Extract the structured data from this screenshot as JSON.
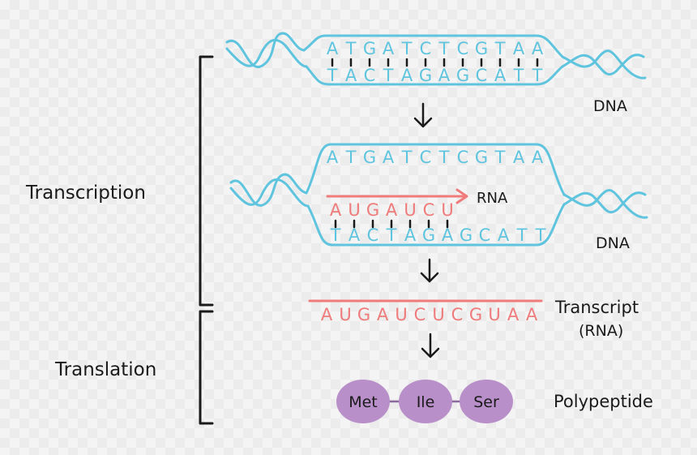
{
  "stages": {
    "transcription": "Transcription",
    "translation": "Translation"
  },
  "step1": {
    "top_strand": [
      "A",
      "T",
      "G",
      "A",
      "T",
      "C",
      "T",
      "C",
      "G",
      "T",
      "A",
      "A"
    ],
    "bottom_strand": [
      "T",
      "A",
      "C",
      "T",
      "A",
      "G",
      "A",
      "G",
      "C",
      "A",
      "T",
      "T"
    ],
    "label": "DNA"
  },
  "step2": {
    "top_strand": [
      "A",
      "T",
      "G",
      "A",
      "T",
      "C",
      "T",
      "C",
      "G",
      "T",
      "A",
      "A"
    ],
    "rna_strand": [
      "A",
      "U",
      "G",
      "A",
      "U",
      "C",
      "U"
    ],
    "bottom_strand": [
      "T",
      "A",
      "C",
      "T",
      "A",
      "G",
      "A",
      "G",
      "C",
      "A",
      "T",
      "T"
    ],
    "rna_label": "RNA",
    "dna_label": "DNA"
  },
  "transcript": {
    "sequence": [
      "A",
      "U",
      "G",
      "A",
      "U",
      "C",
      "U",
      "C",
      "G",
      "U",
      "A",
      "A"
    ],
    "label_line1": "Transcript",
    "label_line2": "(RNA)"
  },
  "polypeptide": {
    "amino_acids": [
      "Met",
      "Ile",
      "Ser"
    ],
    "label": "Polypeptide"
  },
  "colors": {
    "dna": "#5fc4de",
    "rna": "#ef7b7b",
    "amino_acid": "#b98fca",
    "ink": "#1a1a1a"
  }
}
